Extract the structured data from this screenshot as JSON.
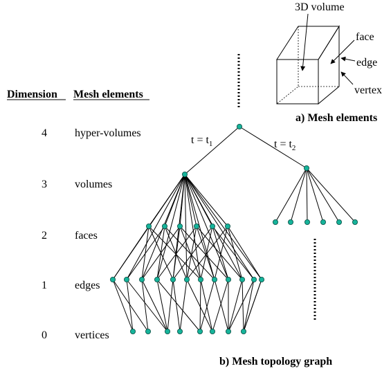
{
  "table": {
    "header_dimension": "Dimension",
    "header_elements": "Mesh elements",
    "rows": [
      {
        "dimension": "4",
        "element": "hyper-volumes"
      },
      {
        "dimension": "3",
        "element": "volumes"
      },
      {
        "dimension": "2",
        "element": "faces"
      },
      {
        "dimension": "1",
        "element": "edges"
      },
      {
        "dimension": "0",
        "element": "vertices"
      }
    ]
  },
  "cube": {
    "label_volume": "3D volume",
    "label_face": "face",
    "label_edge": "edge",
    "label_vertex": "vertex",
    "caption": "a)  Mesh elements"
  },
  "graph": {
    "branch1": {
      "t": "t = t",
      "sub": "1"
    },
    "branch2": {
      "t": "t = t",
      "sub": "2"
    },
    "caption": "b)  Mesh topology graph",
    "node_color": "#16b39a"
  }
}
